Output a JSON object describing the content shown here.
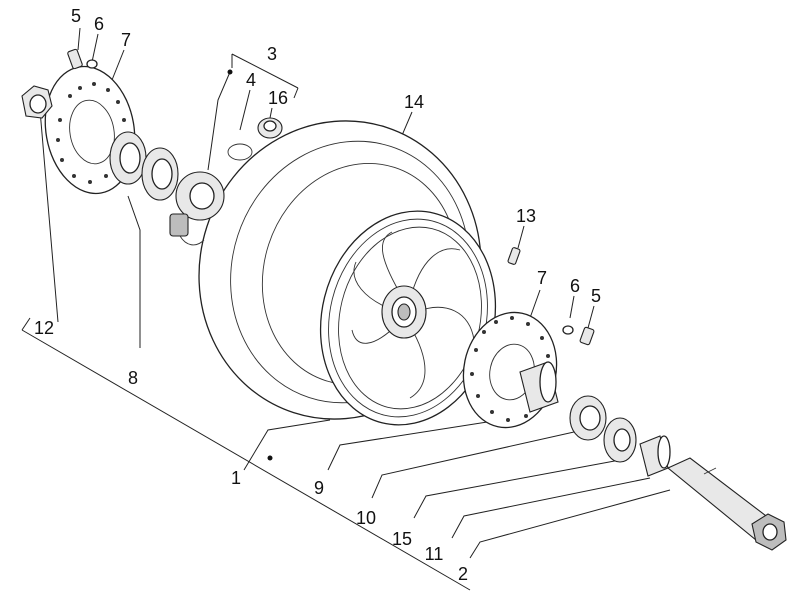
{
  "diagram": {
    "callouts": [
      "5",
      "6",
      "7",
      "3",
      "4",
      "16",
      "14",
      "12",
      "8",
      "13",
      "7",
      "6",
      "5",
      "1",
      "9",
      "10",
      "15",
      "11",
      "2"
    ]
  }
}
